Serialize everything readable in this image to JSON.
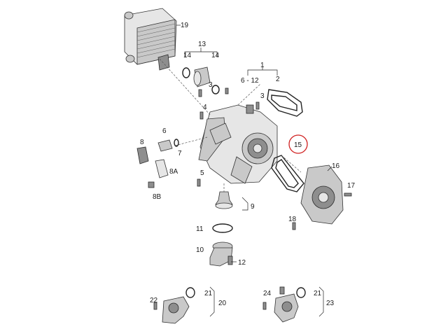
{
  "diagram": {
    "callouts": {
      "c1": "1",
      "c2": "2",
      "c3a": "3",
      "c3b": "3",
      "c4": "4",
      "c5": "5",
      "c6": "6",
      "c6_12": "6 - 12",
      "c7": "7",
      "c8": "8",
      "c8a": "8A",
      "c8b": "8B",
      "c9": "9",
      "c10": "10",
      "c11": "11",
      "c12": "12",
      "c13": "13",
      "c14a": "14",
      "c14b": "14",
      "c15": "15",
      "c16": "16",
      "c17": "17",
      "c18": "18",
      "c19": "19",
      "c20": "20",
      "c21a": "21",
      "c21b": "21",
      "c22": "22",
      "c23": "23",
      "c24": "24"
    },
    "highlight_color": "#d02020"
  }
}
